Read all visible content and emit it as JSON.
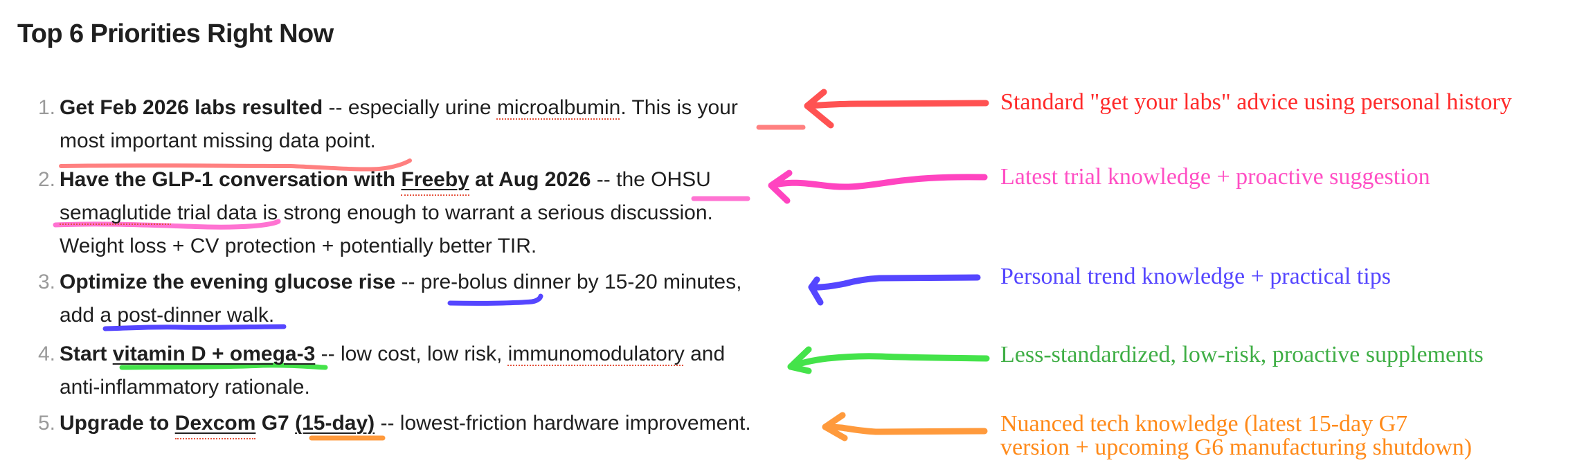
{
  "heading": "Top 6 Priorities Right Now",
  "colors": {
    "red": "#ff3b3b",
    "red_ink": "#ff5a5a",
    "red_highlight": "#ff8080",
    "pink": "#ff4fc4",
    "pink_highlight": "#ff73d2",
    "blue": "#5546ff",
    "green": "#44e34a",
    "green_text": "#3fae45",
    "orange": "#ff9a3c",
    "orange_text": "#ff8a1a",
    "body_text": "#1f1f1f",
    "list_number": "#9a9a9a",
    "spellcheck": "#e5533d"
  },
  "items": [
    {
      "number": "1.",
      "bold": "Get Feb 2026 labs resulted",
      "sep": " -- ",
      "t1": "especially urine ",
      "spell1": "microalbumin",
      "t2": ". This is ",
      "hl1": "your",
      "line2": "most important missing data point."
    },
    {
      "number": "2.",
      "bold1": "Have the GLP-1 conversation with ",
      "bold_link": "Freeby",
      "bold2": " at Aug 2026",
      "sep": " -- ",
      "t1": "the ",
      "hl1": "OHSU",
      "spell1": "semaglutide",
      "line2_rest": " trial data is strong enough to warrant a serious discussion.",
      "line3": "Weight loss + CV protection + potentially better TIR."
    },
    {
      "number": "3.",
      "bold": "Optimize the evening glucose rise",
      "sep": " -- ",
      "hl1": "pre-bolus",
      "t1": " dinner by 15-20 minutes,",
      "line2_a": "add ",
      "hl2": "a post-dinner walk",
      "line2_b": "."
    },
    {
      "number": "4.",
      "bold1": "Start ",
      "bold_link": "vitamin D + omega-3",
      "sep": " -- ",
      "t1": "low cost, low risk, ",
      "spell1": "immunomodulatory",
      "t2": " and",
      "line2": "anti-inflammatory rationale."
    },
    {
      "number": "5.",
      "bold1": "Upgrade to ",
      "bold_link": "Dexcom",
      "bold2": " G7 ",
      "bold_link2": "(15-day)",
      "sep": " -- ",
      "t1": "lowest-friction hardware improvement."
    }
  ],
  "annotations": [
    {
      "text": "Standard \"get your labs\" advice using personal history",
      "color": "#ff2a2a"
    },
    {
      "text": "Latest trial knowledge + proactive suggestion",
      "color": "#ff4fc4"
    },
    {
      "text": "Personal trend knowledge + practical tips",
      "color": "#5546ff"
    },
    {
      "text": "Less-standardized, low-risk, proactive supplements",
      "color": "#3fae45"
    },
    {
      "line1": "Nuanced tech knowledge (latest 15-day G7",
      "line2": "version + upcoming G6 manufacturing shutdown)",
      "color": "#ff8a1a"
    }
  ]
}
